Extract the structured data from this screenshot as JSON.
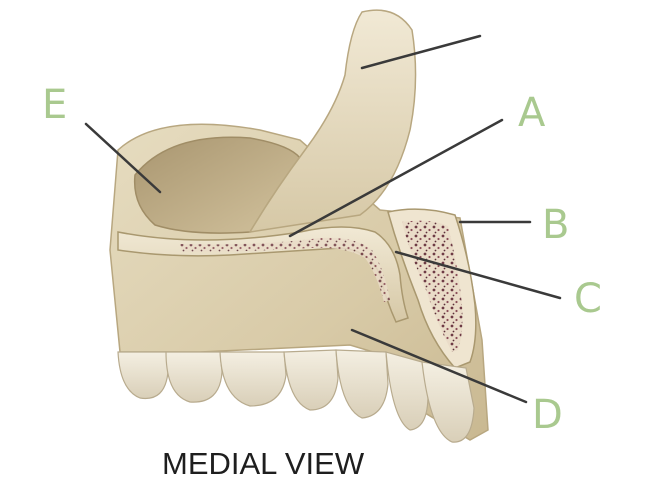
{
  "figure": {
    "caption": "MEDIAL VIEW",
    "labels": {
      "A": "A",
      "B": "B",
      "C": "C",
      "D": "D",
      "E": "E"
    }
  },
  "colors": {
    "bone_light": "#efe7d2",
    "bone_mid": "#ddd1b1",
    "bone_shadow": "#b8a780",
    "cavity": "#c2b08a",
    "marrow": "#6e3b45",
    "leader": "#3a3a3a",
    "label_text": "#a9c98f",
    "caption_text": "#1e1e1e"
  }
}
